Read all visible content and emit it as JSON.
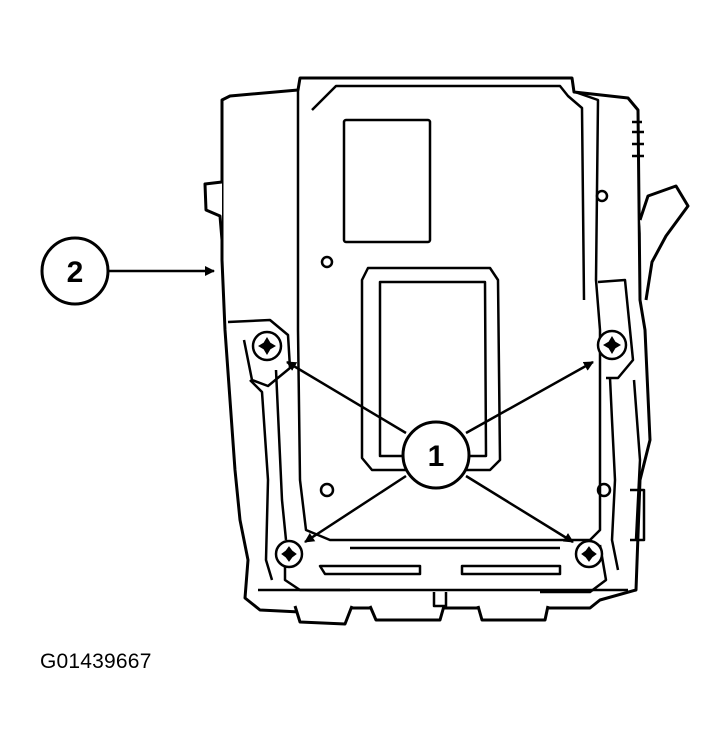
{
  "callouts": {
    "screws_label": "1",
    "module_label": "2"
  },
  "figure_id": "G01439667",
  "colors": {
    "line": "#000000",
    "background": "#ffffff"
  }
}
